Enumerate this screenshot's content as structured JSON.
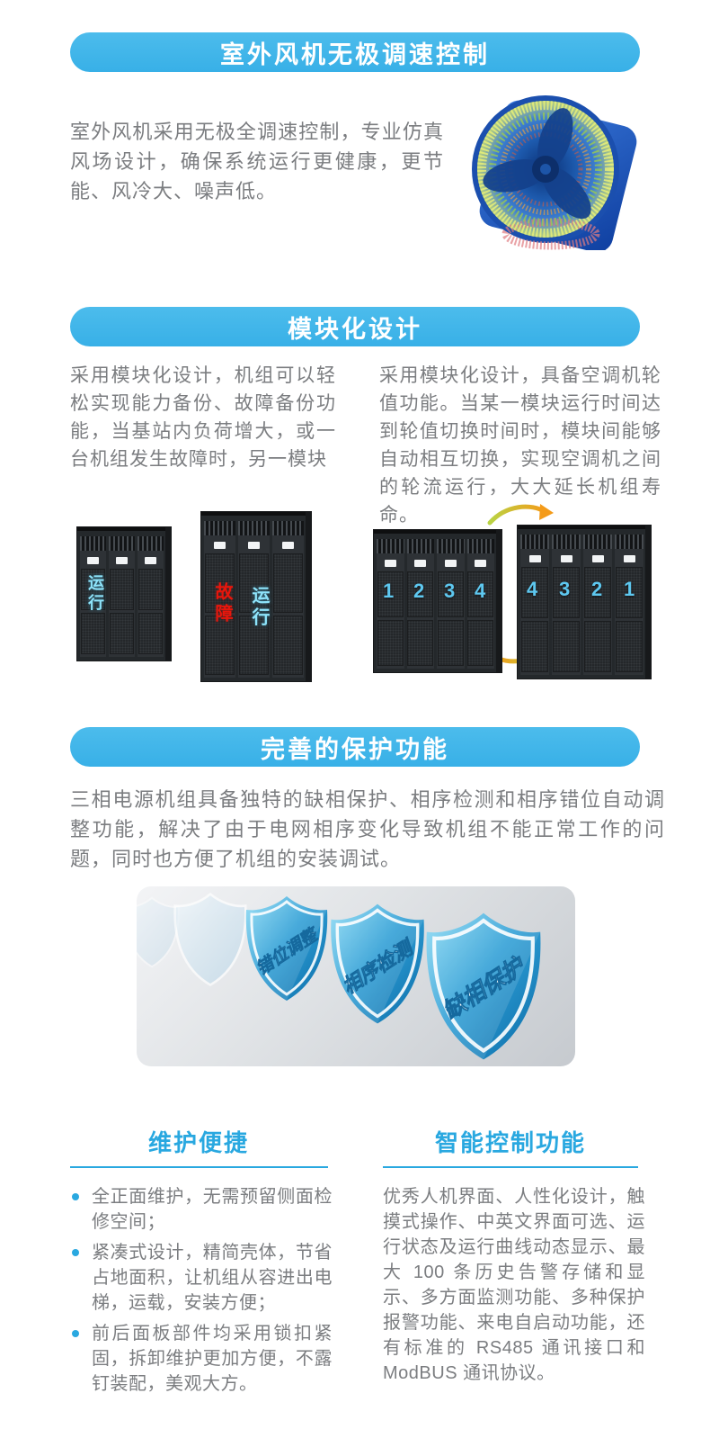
{
  "colors": {
    "banner_blue": "#3eb4e9",
    "heading_blue": "#29a8e0",
    "body_gray": "#7b7d80",
    "arrow_orange": "#f49b19",
    "label_cyan": "#8ee4fb",
    "fault_red": "#e8160c",
    "number_blue": "#5ec8f0"
  },
  "sections": {
    "fan_control": {
      "banner": "室外风机无极调速控制",
      "body": "室外风机采用无极全调速控制，专业仿真风场设计，确保系统运行更健康，更节能、风冷大、噪声低。",
      "image": "fan-cfd-simulation"
    },
    "modular_design": {
      "banner": "模块化设计",
      "left_paragraph": "采用模块化设计，机组可以轻松实现能力备份、故障备份功能，当基站内负荷增大，或一台机组发生故障时，另一模块",
      "right_paragraph": "采用模块化设计，具备空调机轮值功能。当某一模块运行时间达到轮值切换时间时，模块间能够自动相互切换，实现空调机之间的轮流运行，大大延长机组寿命。",
      "labels": {
        "running": "运行",
        "fault": "故障"
      },
      "rotation_left": [
        "1",
        "2",
        "3",
        "4"
      ],
      "rotation_right": [
        "4",
        "3",
        "2",
        "1"
      ]
    },
    "protection": {
      "banner": "完善的保护功能",
      "body": "三相电源机组具备独特的缺相保护、相序检测和相序错位自动调整功能，解决了由于电网相序变化导致机组不能正常工作的问题，同时也方便了机组的安装调试。",
      "shields": [
        "错位调整",
        "相序检测",
        "缺相保护"
      ]
    },
    "maintenance": {
      "heading": "维护便捷",
      "bullets": [
        "全正面维护，无需预留侧面检修空间；",
        "紧凑式设计，精简壳体，节省占地面积，让机组从容进出电梯，运载，安装方便；",
        "前后面板部件均采用锁扣紧固，拆卸维护更加方便，不露钉装配，美观大方。"
      ]
    },
    "smart_control": {
      "heading": "智能控制功能",
      "body": "优秀人机界面、人性化设计，触摸式操作、中英文界面可选、运行状态及运行曲线动态显示、最大 100 条历史告警存储和显示、多方面监测功能、多种保护报警功能、来电自启动功能，还有标准的 RS485 通讯接口和 ModBUS 通讯协议。"
    }
  }
}
